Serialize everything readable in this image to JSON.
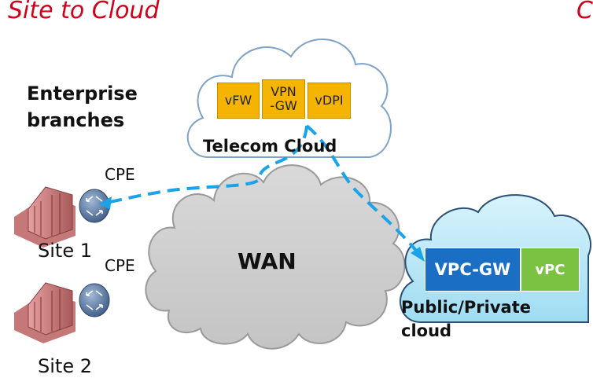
{
  "titles": {
    "left": "Site to Cloud",
    "right_partial": "C"
  },
  "enterprise": {
    "label_line1": "Enterprise",
    "label_line2": "branches"
  },
  "telecom_cloud": {
    "label": "Telecom Cloud",
    "vnfs": [
      {
        "label": "vFW"
      },
      {
        "label": "VPN\n-GW"
      },
      {
        "label": "vDPI"
      }
    ],
    "vnf_color": "#f5b400"
  },
  "wan": {
    "label": "WAN"
  },
  "sites": [
    {
      "name": "Site 1",
      "device": "CPE"
    },
    {
      "name": "Site 2",
      "device": "CPE"
    }
  ],
  "public_cloud": {
    "label_line1": "Public/Private",
    "label_line2": "cloud",
    "gateway": "VPC-GW",
    "vpc": "vPC",
    "gateway_color": "#1a6fc4",
    "vpc_color": "#7cc242"
  },
  "colors": {
    "title": "#d0021b",
    "tunnel": "#1aa3e8"
  }
}
